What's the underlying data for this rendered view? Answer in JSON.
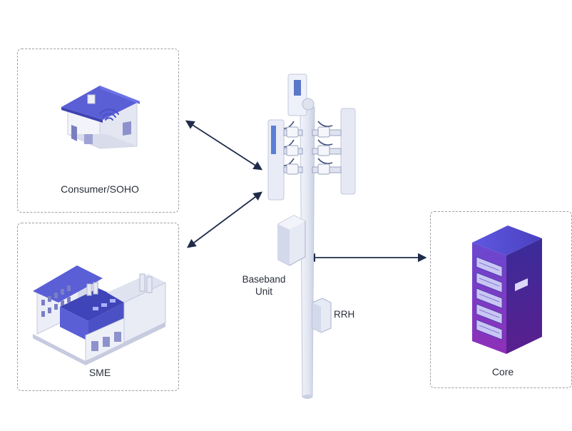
{
  "nodes": {
    "consumer": {
      "label": "Consumer/SOHO",
      "icon": "house-icon"
    },
    "sme": {
      "label": "SME",
      "icon": "office-building-icon"
    },
    "core": {
      "label": "Core",
      "icon": "server-rack-icon"
    },
    "tower": {
      "icon": "cell-tower-icon"
    },
    "baseband": {
      "line1": "Baseband",
      "line2": "Unit"
    },
    "rrh": {
      "label": "RRH"
    }
  },
  "colors": {
    "arrow": "#1f2b4a",
    "roof": "#5a5fd6",
    "panel_border": "#9a9ea8",
    "tower": "#e4e8f3",
    "server": "#7a3fc8"
  }
}
